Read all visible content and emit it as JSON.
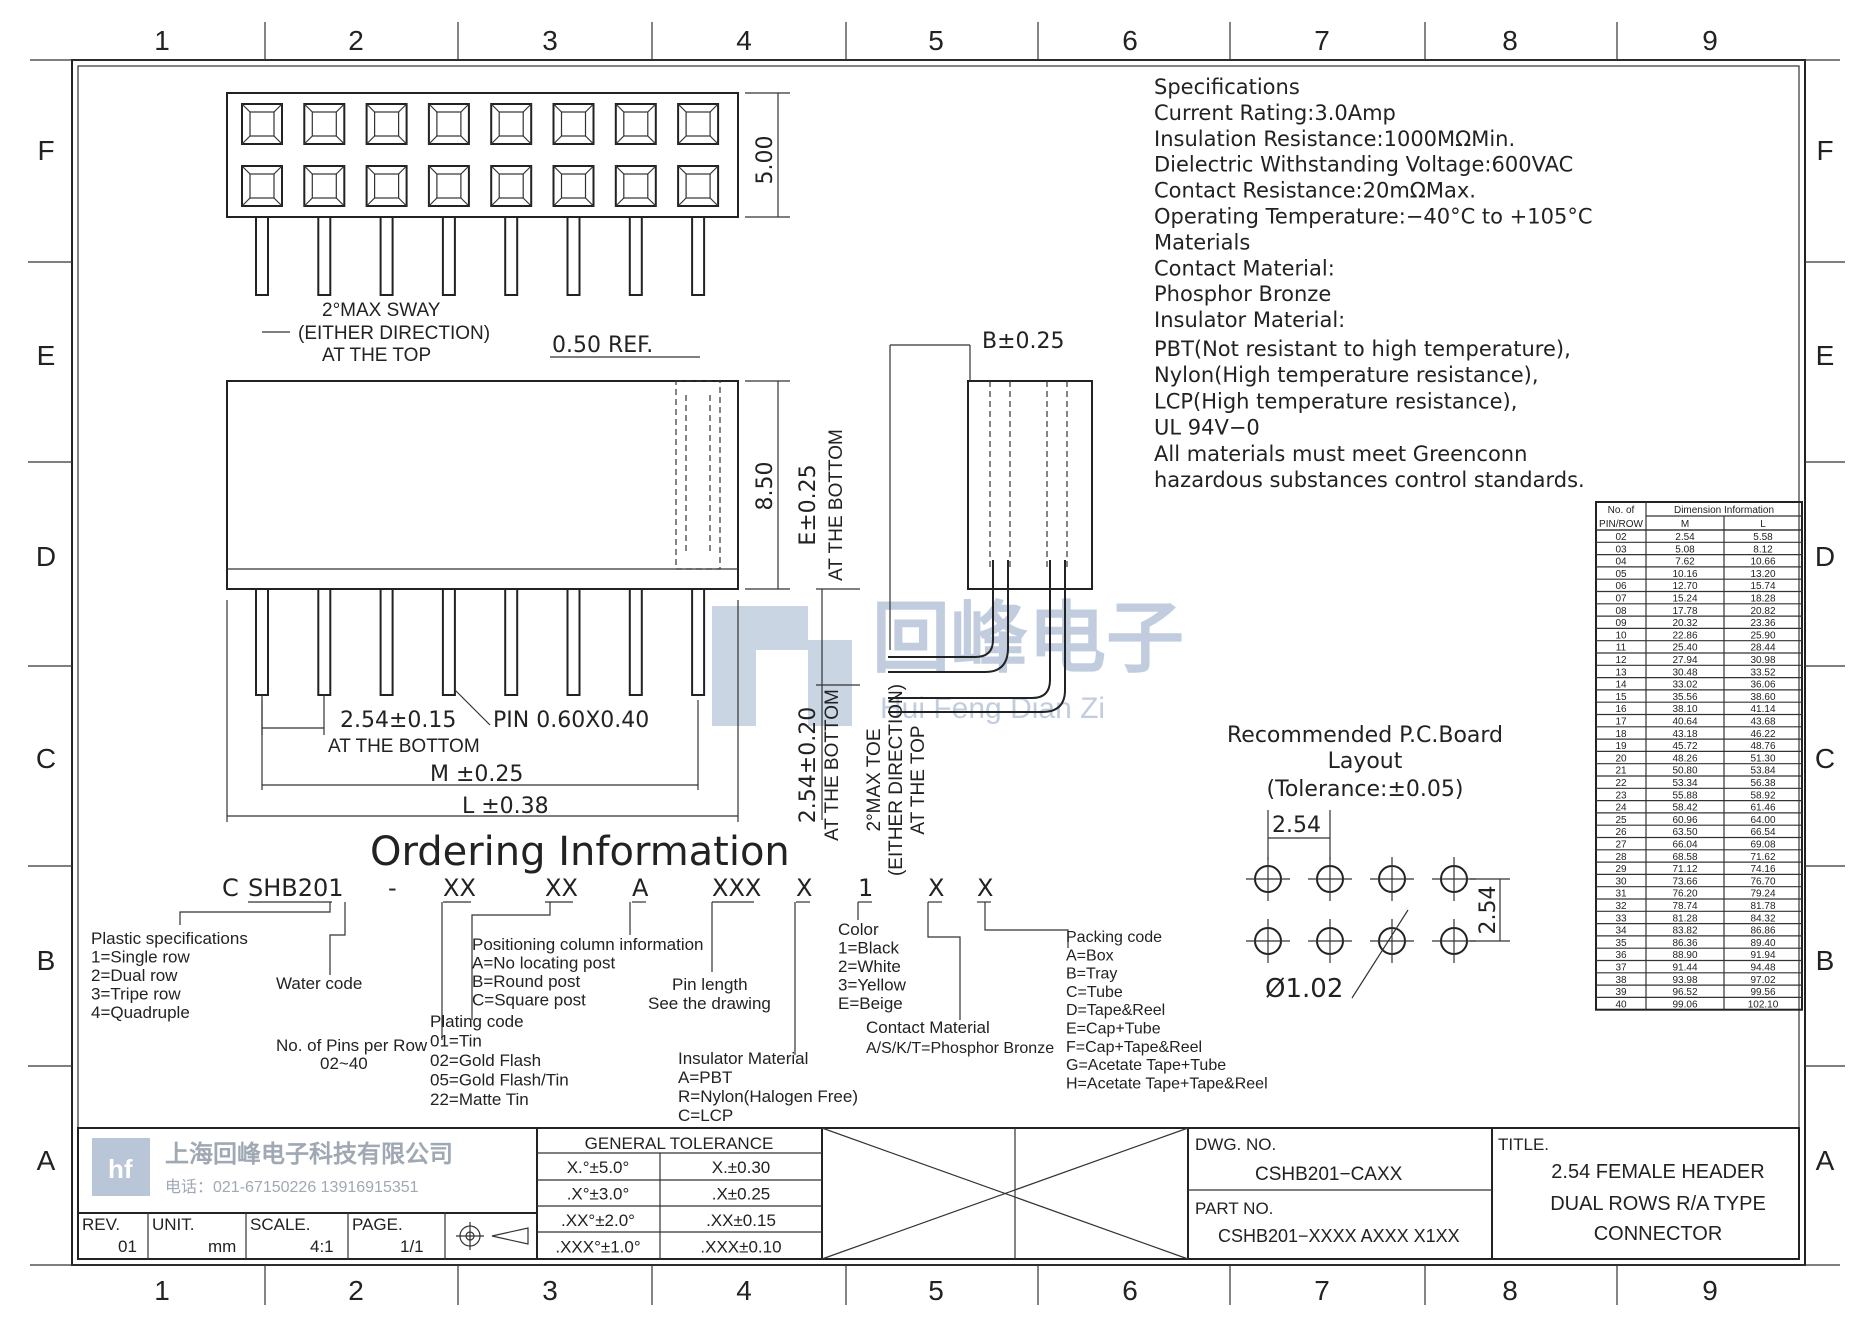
{
  "frame": {
    "col_labels": [
      "1",
      "2",
      "3",
      "4",
      "5",
      "6",
      "7",
      "8",
      "9"
    ],
    "row_labels": [
      "F",
      "E",
      "D",
      "C",
      "B",
      "A"
    ]
  },
  "specs": [
    "Specifications",
    "Current  Rating:3.0Amp",
    "Insulation  Resistance:1000MΩMin.",
    "Dielectric  Withstanding  Voltage:600VAC",
    "Contact  Resistance:20mΩMax.",
    "Operating  Temperature:−40°C  to  +105°C",
    "Materials",
    "Contact  Material:",
    "Phosphor Bronze",
    "Insulator  Material:",
    "PBT(Not  resistant  to  high  temperature),",
    "Nylon(High  temperature  resistance),",
    "LCP(High  temperature  resistance),",
    "UL  94V−0",
    "All  materials  must  meet  Greenconn",
    "hazardous  substances  control  standards."
  ],
  "dim_table": {
    "header_pins": [
      "No. of",
      "PIN/ROW"
    ],
    "header_group": "Dimension  Information",
    "header_m": "M",
    "header_l": "L",
    "rows": [
      [
        "02",
        "2.54",
        "5.58"
      ],
      [
        "03",
        "5.08",
        "8.12"
      ],
      [
        "04",
        "7.62",
        "10.66"
      ],
      [
        "05",
        "10.16",
        "13.20"
      ],
      [
        "06",
        "12.70",
        "15.74"
      ],
      [
        "07",
        "15.24",
        "18.28"
      ],
      [
        "08",
        "17.78",
        "20.82"
      ],
      [
        "09",
        "20.32",
        "23.36"
      ],
      [
        "10",
        "22.86",
        "25.90"
      ],
      [
        "11",
        "25.40",
        "28.44"
      ],
      [
        "12",
        "27.94",
        "30.98"
      ],
      [
        "13",
        "30.48",
        "33.52"
      ],
      [
        "14",
        "33.02",
        "36.06"
      ],
      [
        "15",
        "35.56",
        "38.60"
      ],
      [
        "16",
        "38.10",
        "41.14"
      ],
      [
        "17",
        "40.64",
        "43.68"
      ],
      [
        "18",
        "43.18",
        "46.22"
      ],
      [
        "19",
        "45.72",
        "48.76"
      ],
      [
        "20",
        "48.26",
        "51.30"
      ],
      [
        "21",
        "50.80",
        "53.84"
      ],
      [
        "22",
        "53.34",
        "56.38"
      ],
      [
        "23",
        "55.88",
        "58.92"
      ],
      [
        "24",
        "58.42",
        "61.46"
      ],
      [
        "25",
        "60.96",
        "64.00"
      ],
      [
        "26",
        "63.50",
        "66.54"
      ],
      [
        "27",
        "66.04",
        "69.08"
      ],
      [
        "28",
        "68.58",
        "71.62"
      ],
      [
        "29",
        "71.12",
        "74.16"
      ],
      [
        "30",
        "73.66",
        "76.70"
      ],
      [
        "31",
        "76.20",
        "79.24"
      ],
      [
        "32",
        "78.74",
        "81.78"
      ],
      [
        "33",
        "81.28",
        "84.32"
      ],
      [
        "34",
        "83.82",
        "86.86"
      ],
      [
        "35",
        "86.36",
        "89.40"
      ],
      [
        "36",
        "88.90",
        "91.94"
      ],
      [
        "37",
        "91.44",
        "94.48"
      ],
      [
        "38",
        "93.98",
        "97.02"
      ],
      [
        "39",
        "96.52",
        "99.56"
      ],
      [
        "40",
        "99.06",
        "102.10"
      ]
    ]
  },
  "dims": {
    "height_top": "5.00",
    "sway": [
      "2°MAX  SWAY",
      "(EITHER DIRECTION)",
      "AT THE TOP"
    ],
    "ref": "0.50  REF.",
    "height_side": "8.50",
    "b": "B±0.25",
    "e": "E±0.25",
    "e_note": "AT THE BOTTOM",
    "pitch": "2.54±0.15",
    "pitch_note": "AT THE BOTTOM",
    "pin": "PIN  0.60X0.40",
    "m": "M  ±0.25",
    "l": "L  ±0.38",
    "row_pitch": "2.54±0.20",
    "row_pitch_note": "AT THE BOTTOM",
    "toe": [
      "2°MAX  TOE",
      "(EITHER DIRECTION)",
      "AT THE TOP"
    ]
  },
  "pcb": {
    "title": [
      "Recommended  P.C.Board",
      "Layout",
      "(Tolerance:±0.05)"
    ],
    "pitch_h": "2.54",
    "pitch_v": "2.54",
    "hole": "Ø1.02"
  },
  "ordering": {
    "title": "Ordering  Information",
    "code": [
      "C",
      "SHB201",
      "-",
      "XX",
      "XX",
      "A",
      "XXX",
      "X",
      "1",
      "X",
      "X"
    ],
    "plastic": [
      "Plastic  specifications",
      "1=Single  row",
      "2=Dual  row",
      "3=Tripe  row",
      "4=Quadruple"
    ],
    "water": "Water  code",
    "pins": [
      "No. of  Pins per  Row",
      "02~40"
    ],
    "plating": [
      "Plating  code",
      "01=Tin",
      "02=Gold  Flash",
      "05=Gold  Flash/Tin",
      "22=Matte  Tin"
    ],
    "positioning": [
      "Positioning  column  information",
      "A=No  locating  post",
      "B=Round  post",
      "C=Square  post"
    ],
    "pin_length": [
      "Pin  length",
      "See  the  drawing"
    ],
    "insulator": [
      "Insulator  Material",
      "A=PBT",
      "R=Nylon(Halogen  Free)",
      "C=LCP"
    ],
    "color": [
      "Color",
      "1=Black",
      "2=White",
      "3=Yellow",
      "E=Beige"
    ],
    "contact": [
      "Contact  Material",
      "A/S/K/T=Phosphor  Bronze"
    ],
    "packing": [
      "Packing  code",
      "A=Box",
      "B=Tray",
      "C=Tube",
      "D=Tape&Reel",
      "E=Cap+Tube",
      "F=Cap+Tape&Reel",
      "G=Acetate  Tape+Tube",
      "H=Acetate  Tape+Tape&Reel"
    ]
  },
  "watermark": {
    "cn": "回峰电子",
    "pinyin": "Hui Feng Dian Zi"
  },
  "title_block": {
    "company": "上海回峰电子科技有限公司",
    "phone": "电话：021-67150226   13916915351",
    "rev_label": "REV.",
    "rev": "01",
    "unit_label": "UNIT.",
    "unit": "mm",
    "scale_label": "SCALE.",
    "scale": "4:1",
    "page_label": "PAGE.",
    "page": "1/1",
    "tol_title": "GENERAL  TOLERANCE",
    "tol_rows": [
      [
        "X.°±5.0°",
        "X.±0.30"
      ],
      [
        ".X°±3.0°",
        ".X±0.25"
      ],
      [
        ".XX°±2.0°",
        ".XX±0.15"
      ],
      [
        ".XXX°±1.0°",
        ".XXX±0.10"
      ]
    ],
    "dwg_label": "DWG.  NO.",
    "dwg": "CSHB201−CAXX",
    "part_label": "PART  NO.",
    "part": "CSHB201−XXXX  AXXX  X1XX",
    "title_label": "TITLE.",
    "title": [
      "2.54  FEMALE  HEADER",
      "DUAL  ROWS  R/A  TYPE",
      "CONNECTOR"
    ]
  },
  "colors": {
    "ink": "#222222",
    "watermark": "#8fa6c4"
  }
}
